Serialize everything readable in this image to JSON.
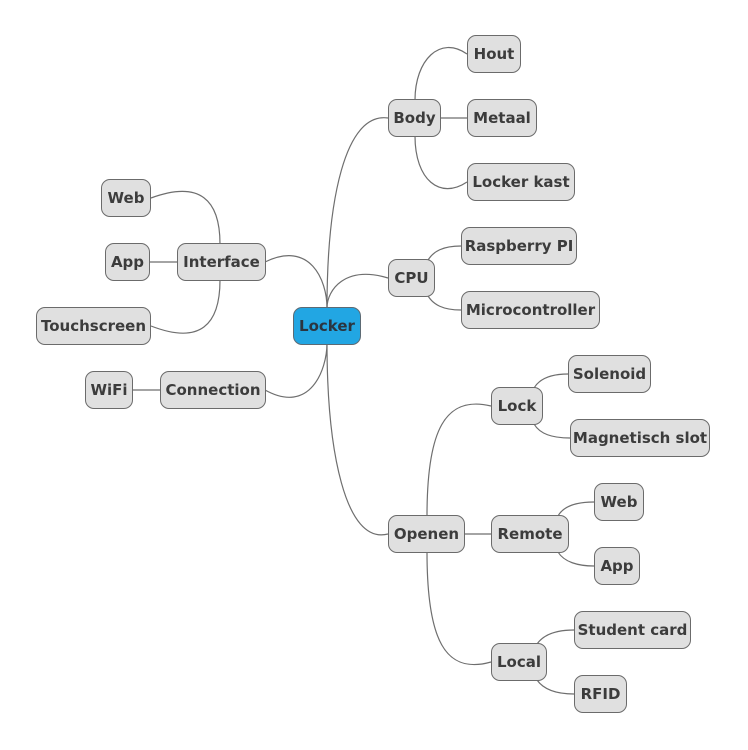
{
  "root": "Locker",
  "branches": {
    "body": {
      "label": "Body",
      "children": [
        "Hout",
        "Metaal",
        "Locker kast"
      ]
    },
    "cpu": {
      "label": "CPU",
      "children": [
        "Raspberry PI",
        "Microcontroller"
      ]
    },
    "openen": {
      "label": "Openen",
      "lock": {
        "label": "Lock",
        "children": [
          "Solenoid",
          "Magnetisch slot"
        ]
      },
      "remote": {
        "label": "Remote",
        "children": [
          "Web",
          "App"
        ]
      },
      "local": {
        "label": "Local",
        "children": [
          "Student card",
          "RFID"
        ]
      }
    },
    "interface": {
      "label": "Interface",
      "children": [
        "Web",
        "App",
        "Touchscreen"
      ]
    },
    "connection": {
      "label": "Connection",
      "children": [
        "WiFi"
      ]
    }
  },
  "colors": {
    "root_fill": "#22a6e3",
    "node_fill": "#e0e0e0",
    "border": "#6b6b6b",
    "line": "#6e6e6e"
  }
}
